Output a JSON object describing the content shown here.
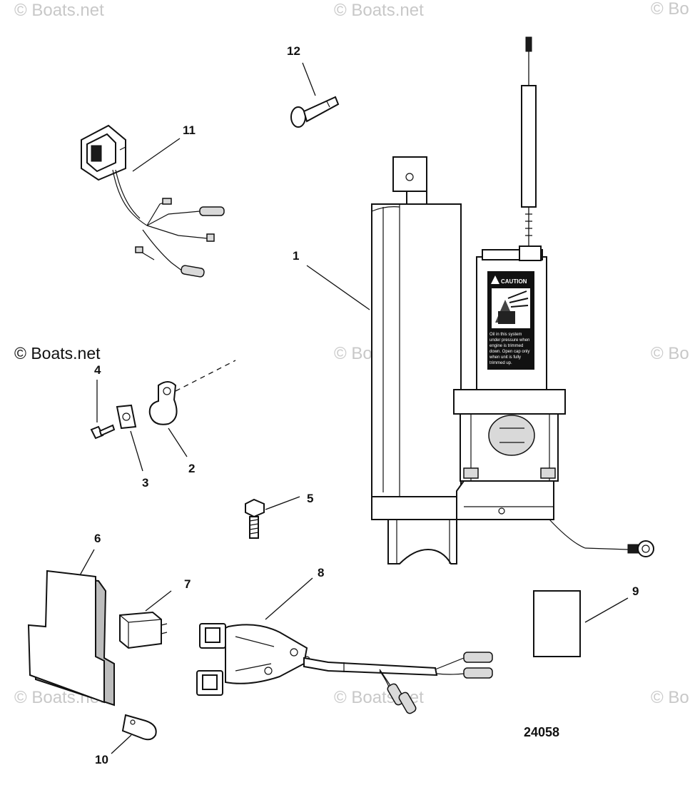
{
  "watermarks": [
    "© Boats.net",
    "© Boats.net",
    "© Bo",
    "© Boats.net",
    "© Bo",
    "© Boats.net",
    "© Boats.net",
    "© Bo"
  ],
  "copyright": "© Boats.net",
  "reference_number": "24058",
  "caution_label": {
    "heading": "CAUTION",
    "lines": [
      "Oil in this system",
      "under pressure when",
      "engine is trimmed",
      "down. Open cap only",
      "when unit is fully",
      "trimmed up."
    ]
  },
  "callouts": [
    "1",
    "2",
    "3",
    "4",
    "5",
    "6",
    "7",
    "8",
    "9",
    "10",
    "11",
    "12"
  ]
}
